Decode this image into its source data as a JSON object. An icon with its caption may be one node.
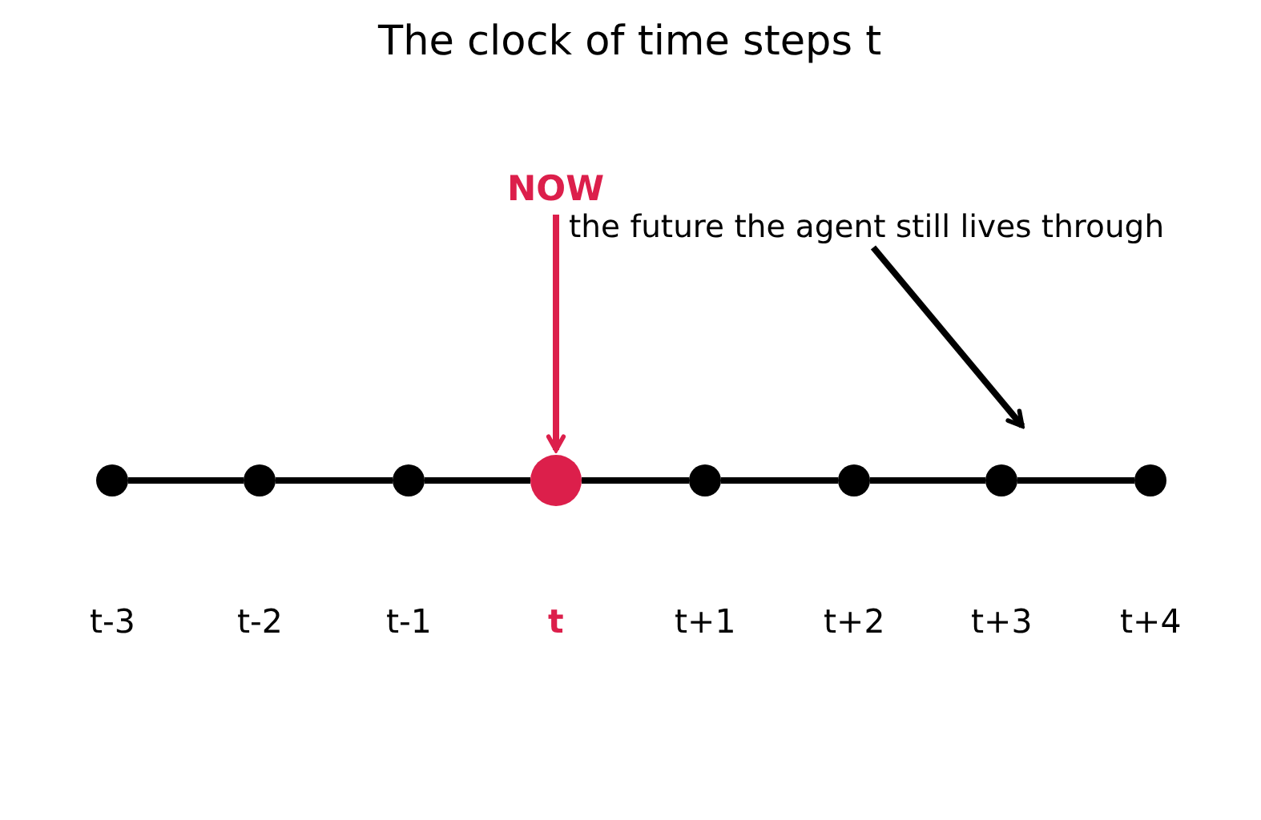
{
  "diagram": {
    "title": "The clock of time steps t",
    "nodes": [
      {
        "text": [
          "NOW"
        ]
      },
      {
        "text": [
          "the future the agent still lives through"
        ]
      },
      {
        "text": [],
        "shape": "circle",
        "beside": [
          "t-3"
        ]
      },
      {
        "text": [],
        "shape": "circle",
        "beside": [
          "t-2"
        ]
      },
      {
        "text": [],
        "shape": "circle",
        "beside": [
          "t-1"
        ]
      },
      {
        "text": [],
        "shape": "circle",
        "beside": [
          "t"
        ]
      },
      {
        "text": [],
        "shape": "circle",
        "beside": [
          "t+1"
        ]
      },
      {
        "text": [],
        "shape": "circle",
        "beside": [
          "t+2"
        ]
      },
      {
        "text": [],
        "shape": "circle",
        "beside": [
          "t+3"
        ]
      },
      {
        "text": [],
        "shape": "circle",
        "beside": [
          "t+4"
        ]
      }
    ],
    "edges": [
      {
        "from": 2,
        "to": 3,
        "arrow": "none"
      },
      {
        "from": 3,
        "to": 4,
        "arrow": "none"
      },
      {
        "from": 4,
        "to": 5,
        "arrow": "none"
      },
      {
        "from": 5,
        "to": 6,
        "arrow": "none"
      },
      {
        "from": 6,
        "to": 7,
        "arrow": "none"
      },
      {
        "from": 7,
        "to": 8,
        "arrow": "none"
      },
      {
        "from": 8,
        "to": 9,
        "arrow": "none"
      },
      {
        "from": 0,
        "to": 5,
        "arrow": "to",
        "color": "#dc1f4b"
      },
      {
        "from": 1,
        "to": 8,
        "arrow": "to"
      }
    ]
  }
}
